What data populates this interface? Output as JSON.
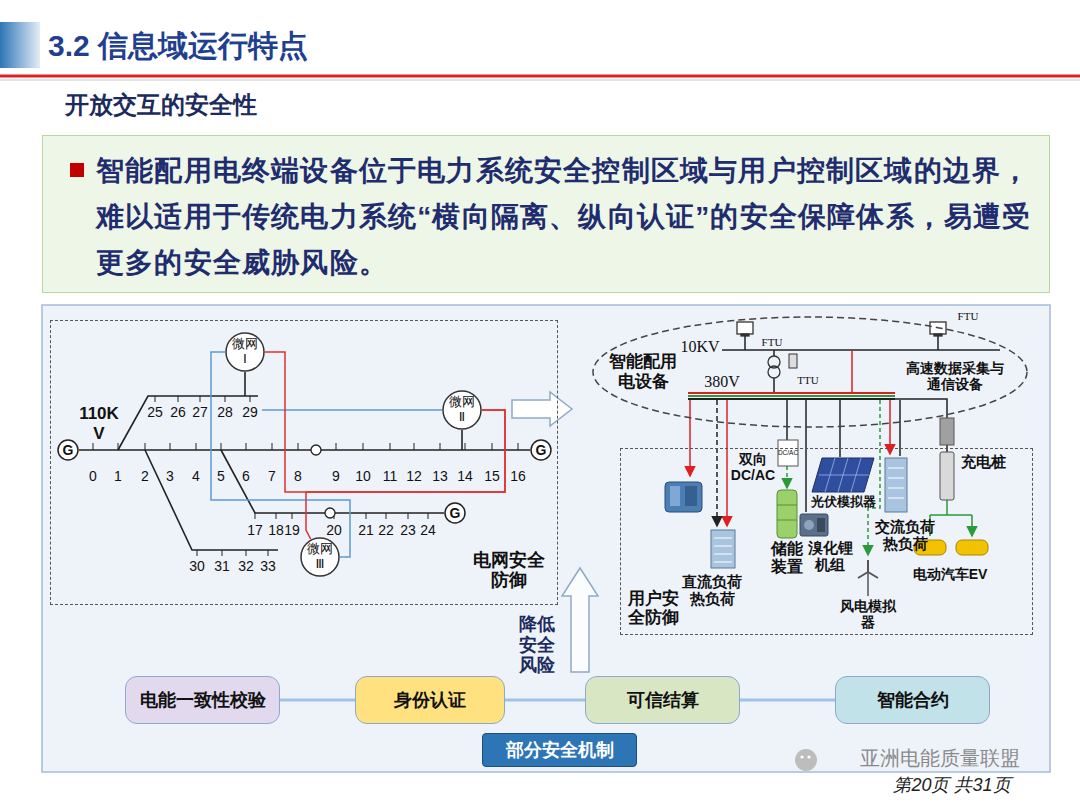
{
  "diagram": {
    "title": "3.2 信息域运行特点",
    "nodes": [
      {
        "text": [
          "智能配用电终端设备位于电力系统安全控制区域与用户控制区域的边界，难以适用于传统电力系统“横向隔离、纵向认证”的安全保障体系，易遭受更多的安全威胁风险。"
        ]
      },
      {
        "text": [
          "电网安全防御"
        ]
      },
      {
        "text": [
          "微网 Ⅰ"
        ],
        "in": 1
      },
      {
        "text": [
          "微网 Ⅱ"
        ],
        "in": 1
      },
      {
        "text": [
          "微网 Ⅲ"
        ],
        "in": 1
      },
      {
        "text": [
          "G"
        ],
        "in": 1
      },
      {
        "text": [
          "G"
        ],
        "in": 1
      },
      {
        "text": [
          "G"
        ],
        "in": 1
      },
      {
        "text": [
          "智能配用电设备"
        ]
      },
      {
        "text": [
          "用户安全防御"
        ]
      },
      {
        "text": [
          "电能一致性校验"
        ]
      },
      {
        "text": [
          "身份认证"
        ]
      },
      {
        "text": [
          "可信结算"
        ]
      },
      {
        "text": [
          "智能合约"
        ]
      },
      {
        "text": [
          "部分安全机制"
        ]
      }
    ],
    "edges": [
      {
        "from": 10,
        "to": 11,
        "arrow": "none"
      },
      {
        "from": 11,
        "to": 12,
        "arrow": "none"
      },
      {
        "from": 12,
        "to": 13,
        "arrow": "none"
      },
      {
        "from": 2,
        "to": 4,
        "arrow": "none"
      },
      {
        "from": 2,
        "to": 3,
        "arrow": "none"
      },
      {
        "from": 4,
        "to": 3,
        "arrow": "none"
      }
    ],
    "labels": [
      "开放交互的安全性",
      "110KV",
      "0",
      "1",
      "2",
      "3",
      "4",
      "5",
      "6",
      "7",
      "8",
      "9",
      "10",
      "11",
      "12",
      "13",
      "14",
      "15",
      "16",
      "25",
      "26",
      "27",
      "28",
      "29",
      "30",
      "31",
      "32",
      "33",
      "17",
      "18",
      "19",
      "20",
      "21",
      "22",
      "23",
      "24",
      "10KV",
      "FTU",
      "FTU",
      "TTU",
      "380V",
      "高速数据采集与通信设备",
      "双向DC/AC",
      "DC/AC",
      "光伏模拟器",
      "储能装置",
      "溴化锂机组",
      "交流负荷热负荷",
      "直流负荷热负荷",
      "风电模拟器",
      "充电桩",
      "电动汽车EV",
      "降低安全风险",
      "亚洲电能质量联盟",
      "第20页 共31页"
    ]
  }
}
